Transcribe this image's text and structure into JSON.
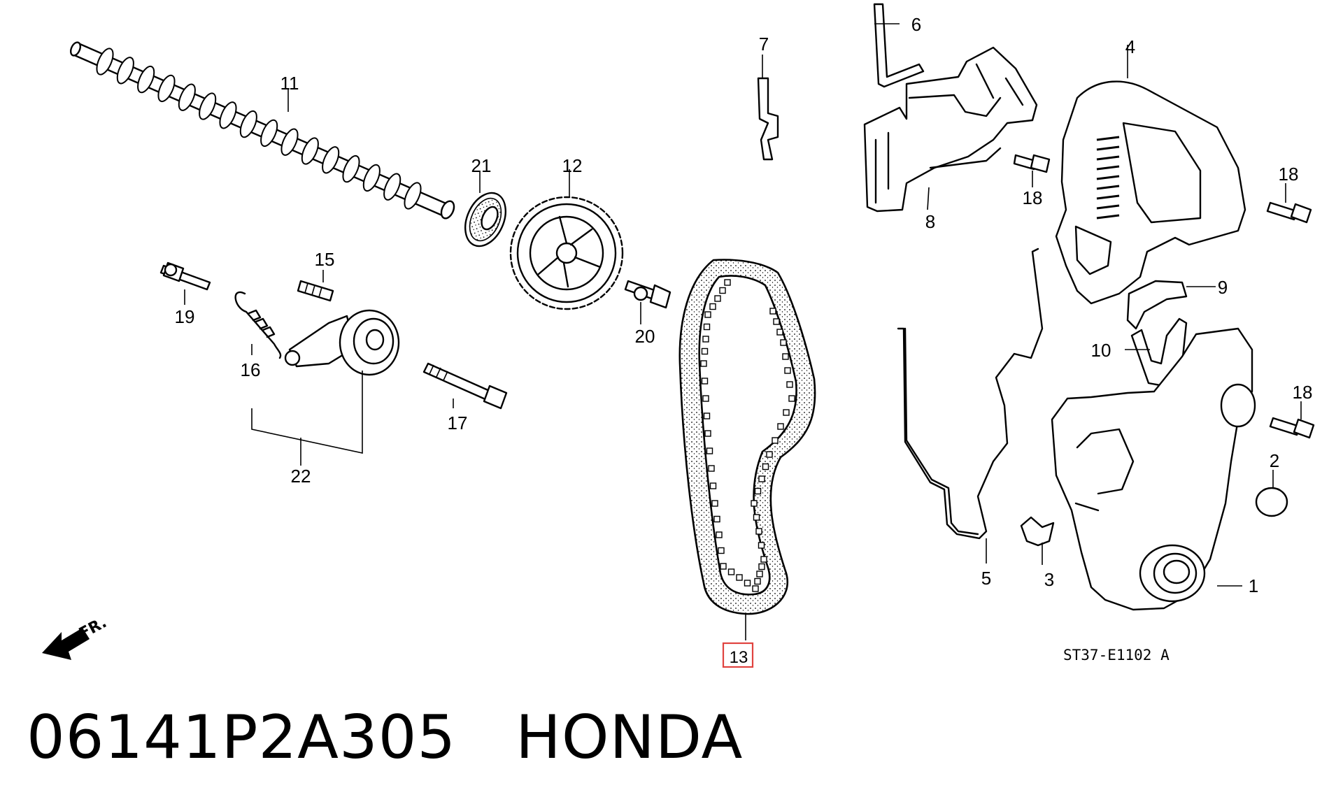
{
  "diagram": {
    "reference_code": "ST37-E1102 A",
    "direction_label": "FR.",
    "highlighted_callout": "13",
    "highlight_color": "#e0433f",
    "callouts": {
      "c1": "1",
      "c2": "2",
      "c3": "3",
      "c4": "4",
      "c5": "5",
      "c6": "6",
      "c7": "7",
      "c8": "8",
      "c9": "9",
      "c10": "10",
      "c11": "11",
      "c12": "12",
      "c13": "13",
      "c15": "15",
      "c16": "16",
      "c17": "17",
      "c18a": "18",
      "c18b": "18",
      "c18c": "18",
      "c19": "19",
      "c20": "20",
      "c21": "21",
      "c22": "22"
    }
  },
  "footer": {
    "part_number": "06141P2A305",
    "brand": "HONDA",
    "title_separator": "   "
  }
}
